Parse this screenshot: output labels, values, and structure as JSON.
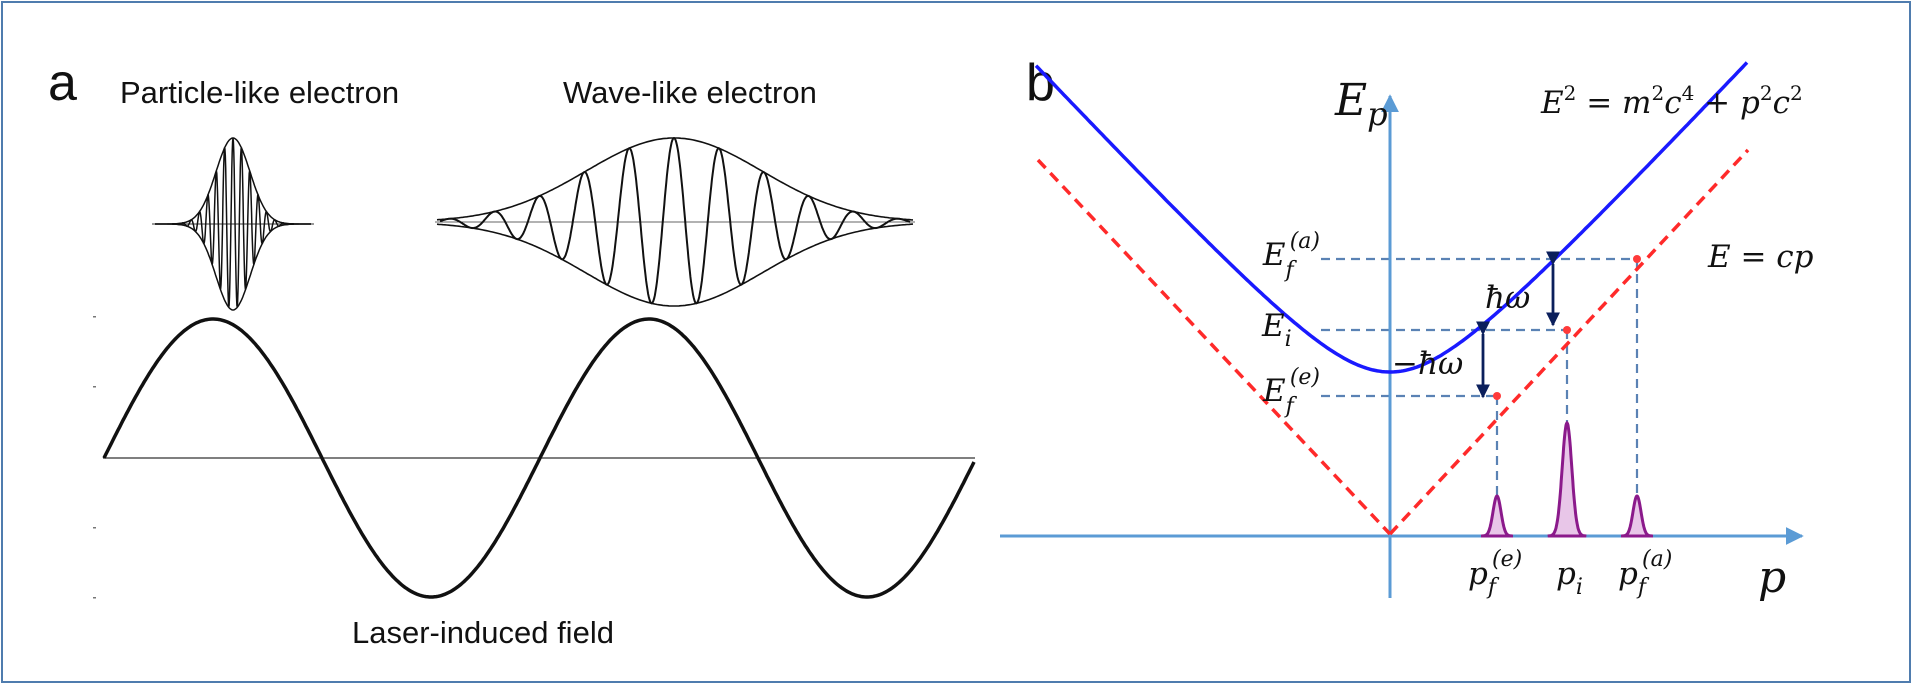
{
  "panel_a": {
    "label": "a",
    "particle_title": "Particle-like electron",
    "wave_title": "Wave-like electron",
    "field_title": "Laser-induced field"
  },
  "panel_b": {
    "label": "b",
    "y_axis": {
      "base": "E",
      "sub": "p"
    },
    "x_axis": "p",
    "eq_dispersion": {
      "e": "E",
      "sq1": "2",
      "mid": " = m",
      "sq2": "2",
      "c1": "c",
      "p4": "4",
      "plus": " + p",
      "sq3": "2",
      "c2": "c",
      "sq4": "2"
    },
    "eq_light": "E = cp",
    "levels": {
      "ef_a": {
        "base": "E",
        "sub": "f",
        "sup": "(a)"
      },
      "ei": {
        "base": "E",
        "sub": "i"
      },
      "ef_e": {
        "base": "E",
        "sub": "f",
        "sup": "(e)"
      }
    },
    "transitions": {
      "absorb": "ħω",
      "emit": "−ħω"
    },
    "momenta": {
      "pf_e": {
        "base": "p",
        "sub": "f",
        "sup": "(e)"
      },
      "pi": {
        "base": "p",
        "sub": "i"
      },
      "pf_a": {
        "base": "p",
        "sub": "f",
        "sup": "(a)"
      }
    }
  },
  "colors": {
    "frame": "#4f7cae",
    "axis": "#5b9bd5",
    "dispersion": "#1a1aff",
    "light_line": "#ff2a2a",
    "guides": "#5a82b4",
    "arrows": "#0b1f5c",
    "peaks": "#8b1a8b",
    "ink": "#111111"
  }
}
